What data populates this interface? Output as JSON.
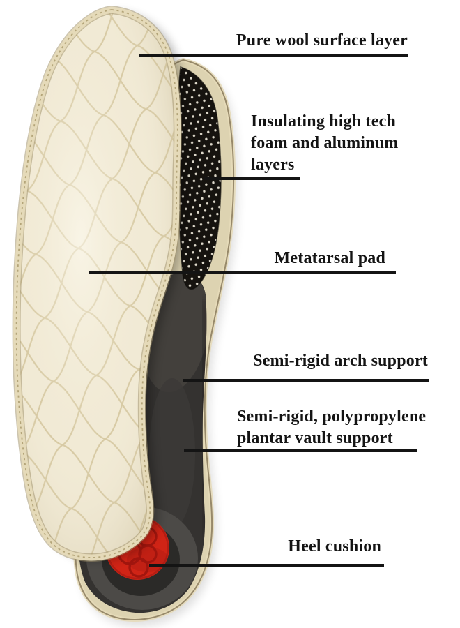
{
  "figure": {
    "type": "labeled-product-diagram",
    "subject": "Layered insole cutaway with callout labels",
    "callouts": [
      {
        "id": "pure-wool",
        "label": "Pure wool surface layer"
      },
      {
        "id": "foam-aluminum",
        "label": "Insulating high tech\nfoam and aluminum\nlayers"
      },
      {
        "id": "metatarsal-pad",
        "label": "Metatarsal pad"
      },
      {
        "id": "arch-support",
        "label": "Semi-rigid arch support"
      },
      {
        "id": "plantar-vault",
        "label": "Semi-rigid, polypropylene\nplantar vault support"
      },
      {
        "id": "heel-cushion",
        "label": "Heel cushion"
      }
    ],
    "colors": {
      "background": "#ffffff",
      "text": "#141414",
      "leader-line": "#141414",
      "wool": "#f1ead5",
      "wool-border": "#e5dab9",
      "wool-edge": "#a2946e",
      "wool-stitch": "#d6c8a1",
      "base": "#ddd3b1",
      "base-edge": "#97896a",
      "mesh-black": "#16130f",
      "mesh-dot": "#ded9cb",
      "support-dark": "#343230",
      "support-ring": "#4c4a47",
      "support-inner": "#2b2a28",
      "cushion-red": "#d02416",
      "cushion-line": "#9a140e"
    }
  }
}
